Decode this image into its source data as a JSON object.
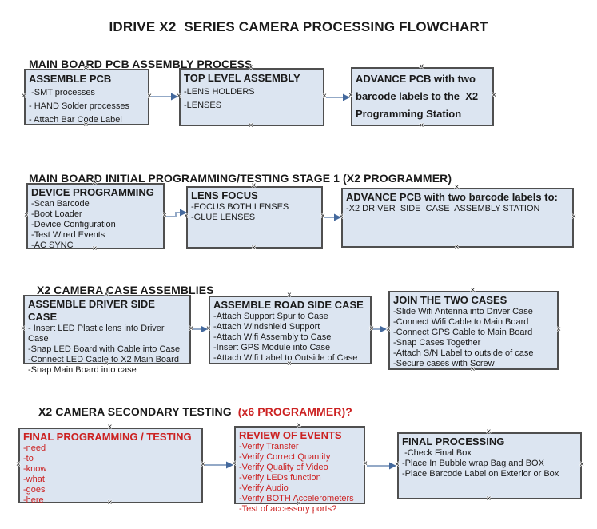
{
  "title": "IDRIVE X2  SERIES CAMERA PROCESSING FLOWCHART",
  "icons": {
    "connection_point": "×"
  },
  "colors": {
    "background": "#ffffff",
    "box_fill": "#dce5f1",
    "box_border": "#4f4f4f",
    "text": "#1a1a1a",
    "red_accent": "#cc2222",
    "arrow_line": "#93a9c7",
    "arrow_head": "#44699d"
  },
  "sections": [
    {
      "header": "MAIN BOARD PCB ASSEMBLY PROCESS",
      "boxes": [
        {
          "title": "ASSEMBLE PCB",
          "items": [
            " -SMT processes",
            "- HAND Solder processes",
            "- Attach Bar Code Label"
          ]
        },
        {
          "title": "TOP LEVEL ASSEMBLY",
          "items": [
            "-LENS HOLDERS",
            "-LENSES"
          ]
        },
        {
          "title": "ADVANCE PCB with two barcode labels to the  X2 Programming Station",
          "items": []
        }
      ]
    },
    {
      "header": "MAIN BOARD INITIAL PROGRAMMING/TESTING STAGE 1 (X2 PROGRAMMER)",
      "boxes": [
        {
          "title": "DEVICE PROGRAMMING",
          "items": [
            "-Scan Barcode",
            "-Boot Loader",
            "-Device Configuration",
            "-Test Wired Events",
            "-AC SYNC"
          ]
        },
        {
          "title": "LENS FOCUS",
          "items": [
            "-FOCUS BOTH LENSES",
            "-GLUE LENSES"
          ]
        },
        {
          "title": "ADVANCE PCB with two barcode labels to:",
          "items": [
            "-X2 DRIVER  SIDE  CASE  ASSEMBLY STATION"
          ]
        }
      ]
    },
    {
      "header": "X2 CAMERA CASE ASSEMBLIES",
      "boxes": [
        {
          "title": "ASSEMBLE DRIVER SIDE CASE",
          "items": [
            "- Insert LED Plastic lens into Driver Case",
            "-Snap LED Board with Cable into Case",
            "-Connect LED Cable to X2 Main Board",
            "-Snap Main Board into case"
          ]
        },
        {
          "title": "ASSEMBLE ROAD SIDE CASE",
          "items": [
            "-Attach Support Spur to Case",
            "-Attach Windshield Support",
            "-Attach Wifi Assembly to Case",
            "-Insert GPS Module into Case",
            "-Attach Wifi Label to Outside of Case"
          ]
        },
        {
          "title": "JOIN THE TWO CASES",
          "items": [
            "-Slide Wifi Antenna into Driver Case",
            "-Connect Wifi Cable to Main Board",
            "-Connect GPS Cable to Main Board",
            "-Snap Cases Together",
            "-Attach S/N Label to outside of case",
            "-Secure cases with Screw"
          ]
        }
      ]
    },
    {
      "header": "X2 CAMERA SECONDARY TESTING  ",
      "header_suffix": "(x6 PROGRAMMER)?",
      "boxes": [
        {
          "title": "FINAL PROGRAMMING / TESTING",
          "items": [
            "-need",
            "-to",
            "-know",
            "-what",
            "-goes",
            "-here"
          ]
        },
        {
          "title": "REVIEW OF EVENTS",
          "items": [
            "-Verify Transfer",
            "-Verify Correct Quantity",
            "-Verify Quality of Video",
            "-Verify LEDs function",
            "-Verify Audio",
            "-Verify BOTH Accelerometers",
            "-Test of accessory ports?"
          ]
        },
        {
          "title": "FINAL PROCESSING",
          "items": [
            " -Check Final Box",
            "-Place In Bubble wrap Bag and BOX",
            "-Place Barcode Label on Exterior or Box"
          ]
        }
      ]
    }
  ]
}
